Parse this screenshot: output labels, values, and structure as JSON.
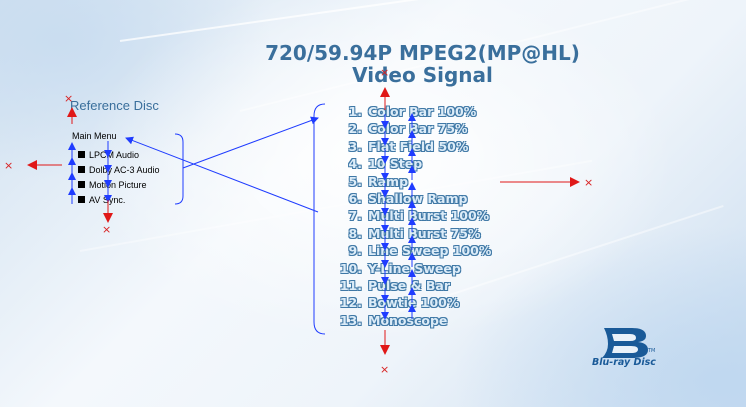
{
  "title": {
    "line1": "720/59.94P MPEG2(MP@HL)",
    "line2": "Video Signal"
  },
  "reference": {
    "title": "Reference Disc",
    "main_menu": "Main Menu",
    "items": [
      "LPCM Audio",
      "Dolby AC-3 Audio",
      "Motion Picture",
      "AV Sync."
    ]
  },
  "menu": {
    "items": [
      {
        "num": "1.",
        "label": "Color Bar 100%"
      },
      {
        "num": "2.",
        "label": "Color Bar  75%"
      },
      {
        "num": "3.",
        "label": "Flat Field  50%"
      },
      {
        "num": "4.",
        "label": "10 Step"
      },
      {
        "num": "5.",
        "label": "Ramp"
      },
      {
        "num": "6.",
        "label": "Shallow Ramp"
      },
      {
        "num": "7.",
        "label": "Multi Burst 100%"
      },
      {
        "num": "8.",
        "label": "Multi Burst  75%"
      },
      {
        "num": "9.",
        "label": "Line Sweep 100%"
      },
      {
        "num": "10.",
        "label": "Y-Line Sweep"
      },
      {
        "num": "11.",
        "label": "Pulse & Bar"
      },
      {
        "num": "12.",
        "label": "Bowtie 100%"
      },
      {
        "num": "13.",
        "label": "Monoscope"
      }
    ]
  },
  "x_mark": "×",
  "logo": {
    "text": "Blu-ray Disc",
    "tm": "TM"
  },
  "colors": {
    "accent_blue": "#3a6f9c",
    "nav_up_down": "#1f3cff",
    "nav_invalid": "#e01818"
  }
}
